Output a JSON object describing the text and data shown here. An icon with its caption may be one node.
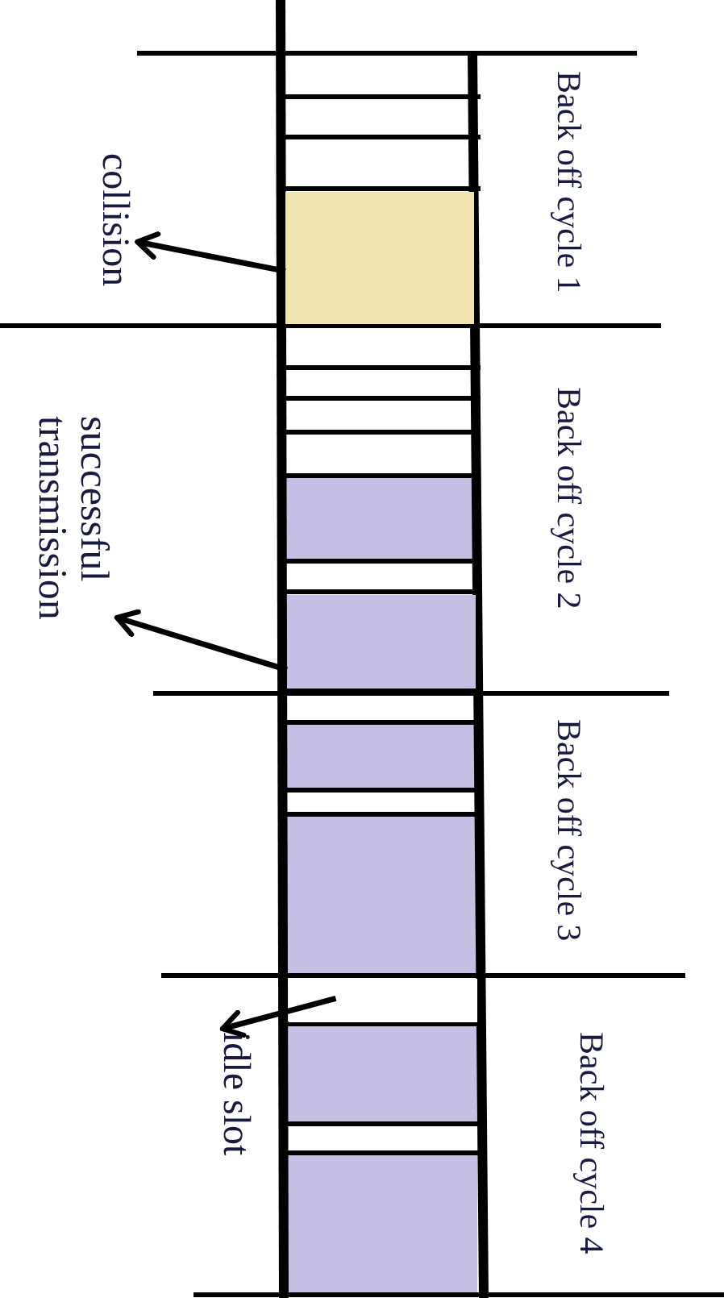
{
  "diagram": {
    "nodes": [
      {
        "text": [
          "collision"
        ]
      },
      {
        "text": [
          "successful transmission"
        ]
      },
      {
        "text": [
          "idle slot"
        ]
      },
      {
        "text": [],
        "shape": "box"
      },
      {
        "text": [],
        "shape": "box"
      },
      {
        "text": [],
        "shape": "box"
      }
    ],
    "edges": [
      {
        "from": 3,
        "to": 0,
        "arrow": "to"
      },
      {
        "from": 4,
        "to": 1,
        "arrow": "to"
      },
      {
        "from": 5,
        "to": 2,
        "arrow": "to"
      }
    ],
    "labels": [
      "Back off cycle 1",
      "Back off cycle 2",
      "Back off cycle 3",
      "Back off cycle 4"
    ]
  }
}
